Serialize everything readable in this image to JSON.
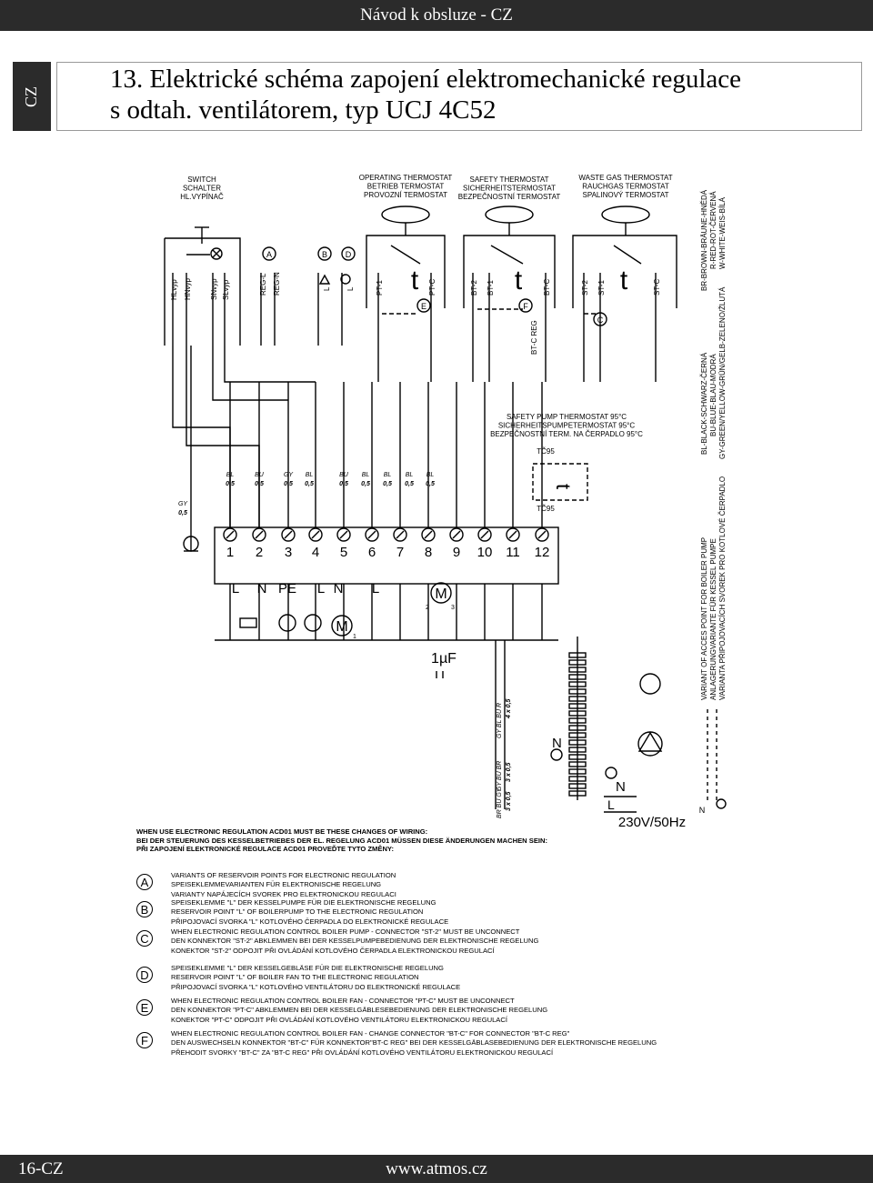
{
  "header": {
    "title": "Návod k obsluze - CZ"
  },
  "language_tab": "CZ",
  "section": {
    "title_line1": "13. Elektrické schéma zapojení elektromechanické regulace",
    "title_line2": "s odtah. ventilátorem, typ UCJ 4C52"
  },
  "diagram": {
    "components": {
      "switch": [
        "SWITCH",
        "SCHALTER",
        "HL.VYPÍNAČ"
      ],
      "operating_thermostat": [
        "OPERATING THERMOSTAT",
        "BETRIEB TERMOSTAT",
        "PROVOZNÍ TERMOSTAT"
      ],
      "safety_thermostat": [
        "SAFETY THERMOSTAT",
        "SICHERHEITSTERMOSTAT",
        "BEZPEČNOSTNÍ TERMOSTAT"
      ],
      "waste_gas_thermostat": [
        "WASTE GAS THERMOSTAT",
        "RAUCHGAS TERMOSTAT",
        "SPALINOVÝ TERMOSTAT"
      ],
      "safety_pump_thermostat": [
        "SAFETY PUMP THERMOSTAT 95°C",
        "SICHERHEITSPUMPETERMOSTAT 95°C",
        "BEZPEČNOSTNÍ TERM. NA ČERPADLO 95°C"
      ]
    },
    "switch_terminals": [
      "HLvyp",
      "HNvyp",
      "SNvyp",
      "SLvyp"
    ],
    "reg_terminals": [
      "REG-L",
      "REG-N"
    ],
    "lamp_terminals": [
      "L",
      "L"
    ],
    "thermostat_terminals": [
      "PT-1",
      "PT-C",
      "BT-2",
      "BT-1",
      "BT-C",
      "ST-2",
      "ST-1",
      "ST-C"
    ],
    "bt_c_reg": "BT-C REG",
    "tc95_labels": [
      "TČ95",
      "TČ95"
    ],
    "sensor_symbol": "t",
    "reference_letters": [
      "A",
      "B",
      "C",
      "D",
      "E",
      "F"
    ],
    "terminal_numbers": [
      "1",
      "2",
      "3",
      "4",
      "5",
      "6",
      "7",
      "8",
      "9",
      "10",
      "11",
      "12"
    ],
    "terminal_functions": [
      "L",
      "N",
      "PE",
      "L",
      "N",
      "L"
    ],
    "motor_symbol": "M",
    "motor_pins": [
      "2",
      "3",
      "1"
    ],
    "capacitor": "1µF",
    "supply": "230V/50Hz",
    "supply_terminals": [
      "N",
      "L",
      "N",
      "L"
    ],
    "wire_labels": {
      "color_codes": [
        "BL",
        "BU",
        "GY",
        "BR",
        "R"
      ],
      "cross_section": "0,5",
      "cable_4": "4 x 0,5",
      "cable_3": "3 x 0,5"
    },
    "color_legend": [
      "BR-BROWN-BRÄUNE-HNĚDÁ",
      "R-RED-ROT-ČERVENÁ",
      "W-WHITE-WEIS-BÍLÁ",
      "BL-BLACK-SCHWARZ-ČERNÁ",
      "BU-BLUE-BLAU-MODRÁ",
      "GY-GREEN/YELLOW-GRÜN/GELB-ZELENO/ŽLUTÁ"
    ],
    "variant_legend": [
      "VARIANT OF ACCES POINT FOR BOILER PUMP",
      "ANLAGERUNGVARIANTE FÜR KESSEL PUMPE",
      "VARIANTA PŘIPOJOVACÍCH SVOREK PRO KOTLOVÉ ČERPADLO"
    ]
  },
  "warning": [
    "WHEN USE ELECTRONIC REGULATION ACD01 MUST BE THESE CHANGES OF WIRING:",
    "BEI DER STEUERUNG DES KESSELBETRIEBES DER EL. REGELUNG ACD01 MÜSSEN DIESE ÄNDERUNGEN MACHEN SEIN:",
    "PŘI ZAPOJENÍ ELEKTRONICKÉ REGULACE ACD01 PROVEĎTE TYTO ZMĚNY:"
  ],
  "notes": [
    {
      "letter": "A",
      "lines": [
        "VARIANTS OF RESERVOIR POINTS FOR ELECTRONIC REGULATION",
        "SPEISEKLEMMEVARIANTEN FÜR ELEKTRONISCHE REGELUNG",
        "VARIANTY NAPÁJECÍCH SVOREK PRO ELEKTRONICKOU REGULACI"
      ]
    },
    {
      "letter": "B",
      "lines": [
        "SPEISEKLEMME \"L\" DER KESSELPUMPE FÜR DIE ELEKTRONISCHE REGELUNG",
        "RESERVOIR POINT \"L\" OF BOILERPUMP TO THE ELECTRONIC REGULATION",
        "PŘIPOJOVACÍ SVORKA \"L\" KOTLOVÉHO ČERPADLA DO ELEKTRONICKÉ REGULACE"
      ]
    },
    {
      "letter": "C",
      "lines": [
        "WHEN ELECTRONIC REGULATION CONTROL BOILER PUMP - CONNECTOR \"ST-2\" MUST BE UNCONNECT",
        "DEN KONNEKTOR \"ST-2\" ABKLEMMEN BEI DER KESSELPUMPEBEDIENUNG DER ELEKTRONISCHE REGELUNG",
        "KONEKTOR \"ST-2\" ODPOJIT PŘI OVLÁDÁNÍ KOTLOVÉHO ČERPADLA ELEKTRONICKOU REGULACÍ"
      ]
    },
    {
      "letter": "D",
      "lines": [
        "SPEISEKLEMME \"L\" DER KESSELGEBLÄSE FÜR DIE ELEKTRONISCHE REGELUNG",
        "RESERVOIR POINT \"L\" OF BOILER FAN TO THE ELECTRONIC REGULATION",
        "PŘIPOJOVACÍ SVORKA \"L\" KOTLOVÉHO VENTILÁTORU DO ELEKTRONICKÉ REGULACE"
      ]
    },
    {
      "letter": "E",
      "lines": [
        "WHEN ELECTRONIC REGULATION CONTROL BOILER FAN - CONNECTOR \"PT-C\" MUST BE UNCONNECT",
        "DEN KONNEKTOR \"PT-C\" ABKLEMMEN BEI DER KESSELGÄBLESEBEDIENUNG DER ELEKTRONISCHE REGELUNG",
        "KONEKTOR \"PT-C\" ODPOJIT PŘI OVLÁDÁNÍ KOTLOVÉHO VENTILÁTORU ELEKTRONICKOU REGULACÍ"
      ]
    },
    {
      "letter": "F",
      "lines": [
        "WHEN ELECTRONIC REGULATION CONTROL BOILER FAN - CHANGE CONNECTOR \"BT-C\" FOR CONNECTOR \"BT-C REG\"",
        "DEN AUSWECHSELN KONNEKTOR \"BT-C\" FÜR KONNEKTOR\"BT-C REG\" BEI DER KESSELGÄBLASEBEDIENUNG DER ELEKTRONISCHE REGELUNG",
        "PŘEHODIT SVORKY \"BT-C\" ZA \"BT-C REG\" PŘI OVLÁDÁNÍ KOTLOVÉHO VENTILÁTORU ELEKTRONICKOU REGULACÍ"
      ]
    }
  ],
  "footer": {
    "page": "16-CZ",
    "url": "www.atmos.cz"
  }
}
